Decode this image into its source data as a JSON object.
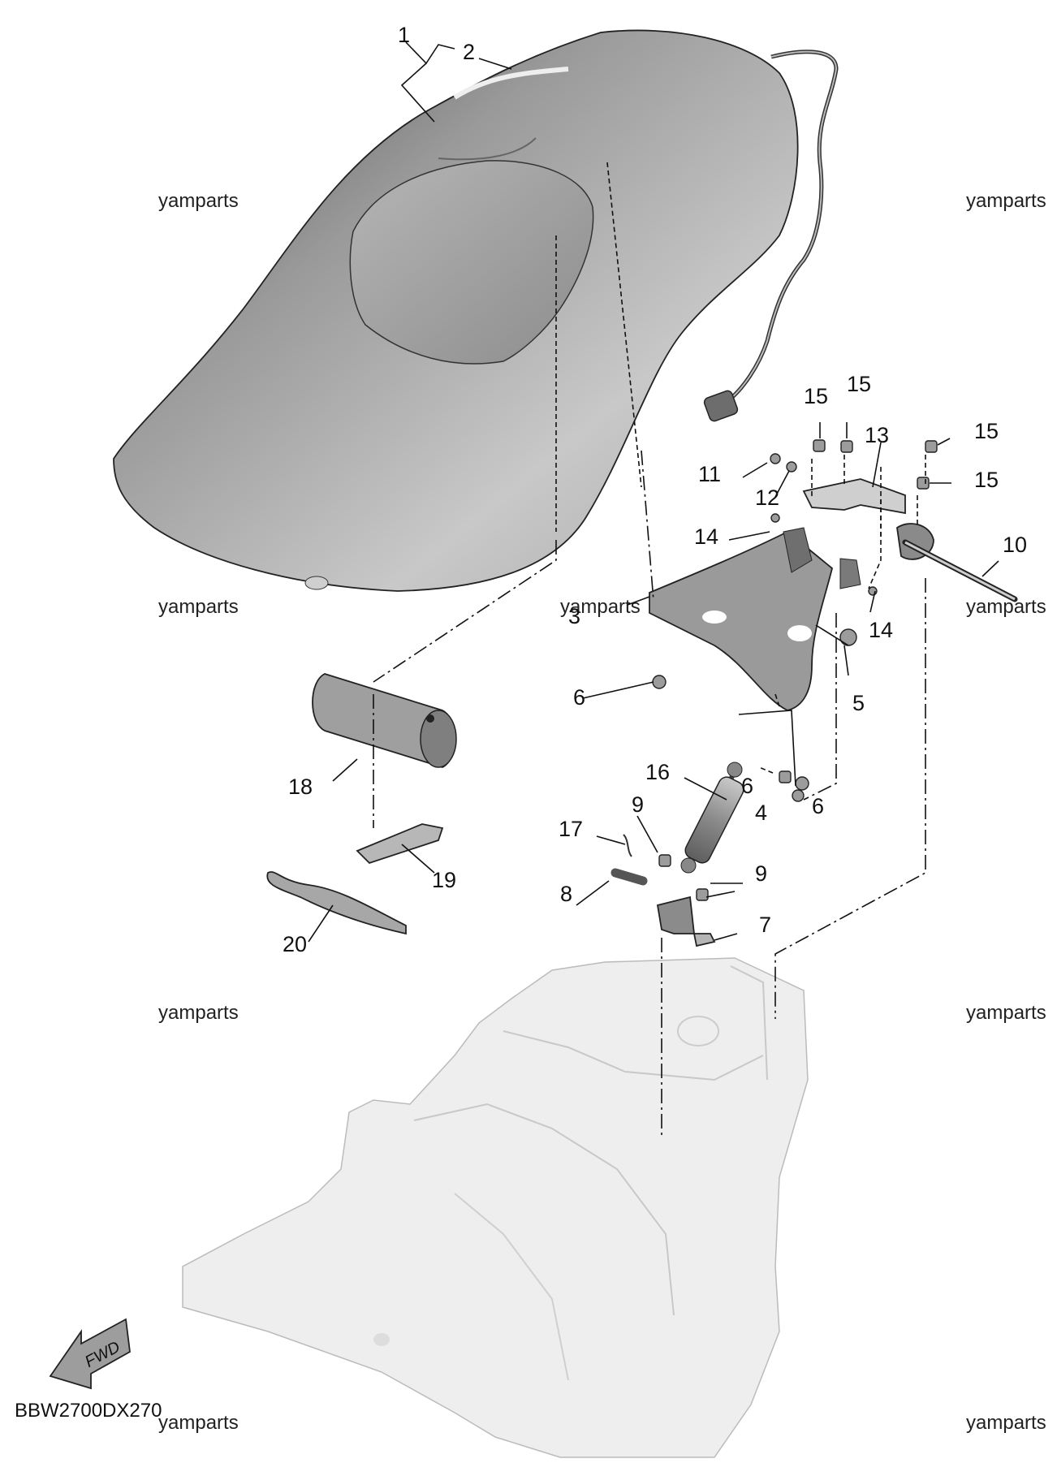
{
  "diagram": {
    "code": "BBW2700DX270",
    "fwd_label": "FWD",
    "watermark": "yamparts",
    "callouts": [
      "1",
      "2",
      "3",
      "4",
      "5",
      "6",
      "6",
      "6",
      "7",
      "8",
      "9",
      "9",
      "10",
      "11",
      "12",
      "13",
      "14",
      "14",
      "15",
      "15",
      "15",
      "15",
      "16",
      "17",
      "18",
      "19",
      "20"
    ]
  },
  "colors": {
    "line": "#111111",
    "seat_dark": "#555555",
    "seat_light": "#bdbdbd",
    "frame_ghost": "#eeeeee"
  }
}
